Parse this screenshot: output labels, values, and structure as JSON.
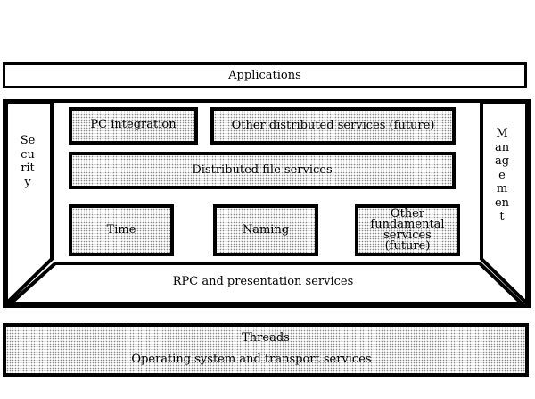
{
  "diagram": {
    "applications": "Applications",
    "security": "Security",
    "management": "Management",
    "pc_integration": "PC integration",
    "other_distributed": "Other distributed services (future)",
    "distributed_file": "Distributed file services",
    "time": "Time",
    "naming": "Naming",
    "other_fundamental": "Other fundamental services (future)",
    "rpc": "RPC and presentation services",
    "threads": "Threads",
    "os_transport": "Operating system and transport services"
  }
}
